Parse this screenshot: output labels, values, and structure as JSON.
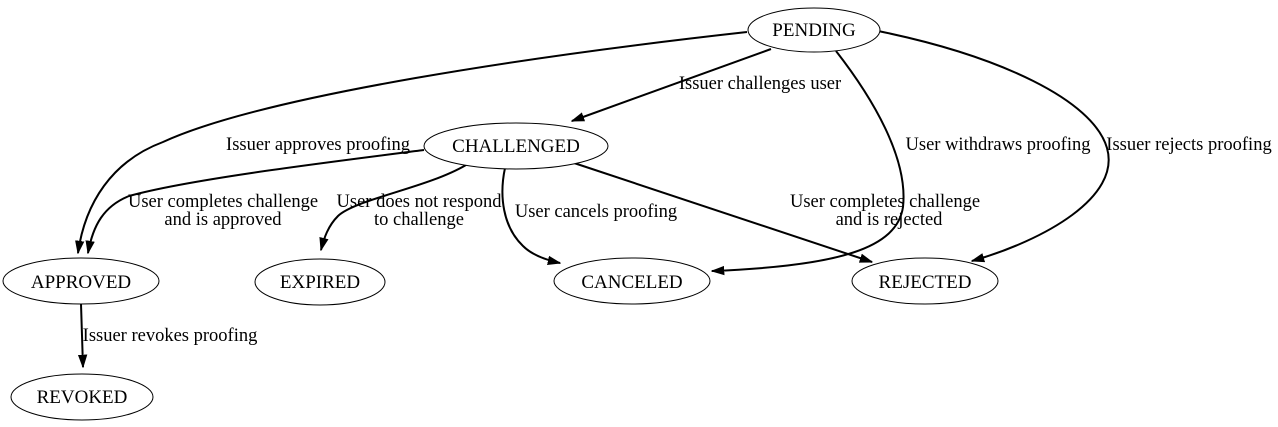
{
  "diagram": {
    "kind": "state-transition-diagram",
    "colors": {
      "background": "#ffffff",
      "node_fill": "#ffffff",
      "line": "#000000",
      "text": "#000000"
    }
  },
  "nodes": {
    "pending": {
      "label": "PENDING"
    },
    "challenged": {
      "label": "CHALLENGED"
    },
    "approved": {
      "label": "APPROVED"
    },
    "expired": {
      "label": "EXPIRED"
    },
    "canceled": {
      "label": "CANCELED"
    },
    "rejected": {
      "label": "REJECTED"
    },
    "revoked": {
      "label": "REVOKED"
    }
  },
  "edges": {
    "pending_challenged": {
      "from": "PENDING",
      "to": "CHALLENGED",
      "label_lines": [
        "Issuer challenges user"
      ]
    },
    "pending_approved": {
      "from": "PENDING",
      "to": "APPROVED",
      "label_lines": [
        "Issuer approves proofing"
      ]
    },
    "pending_canceled": {
      "from": "PENDING",
      "to": "CANCELED",
      "label_lines": [
        "User withdraws proofing"
      ]
    },
    "pending_rejected": {
      "from": "PENDING",
      "to": "REJECTED",
      "label_lines": [
        "Issuer rejects proofing"
      ]
    },
    "challenged_approved": {
      "from": "CHALLENGED",
      "to": "APPROVED",
      "label_lines": [
        "User completes challenge",
        "and is approved"
      ]
    },
    "challenged_expired": {
      "from": "CHALLENGED",
      "to": "EXPIRED",
      "label_lines": [
        "User does not respond",
        "to challenge"
      ]
    },
    "challenged_canceled": {
      "from": "CHALLENGED",
      "to": "CANCELED",
      "label_lines": [
        "User cancels proofing"
      ]
    },
    "challenged_rejected": {
      "from": "CHALLENGED",
      "to": "REJECTED",
      "label_lines": [
        "User completes challenge",
        "and is rejected"
      ]
    },
    "approved_revoked": {
      "from": "APPROVED",
      "to": "REVOKED",
      "label_lines": [
        "Issuer revokes proofing"
      ]
    }
  }
}
